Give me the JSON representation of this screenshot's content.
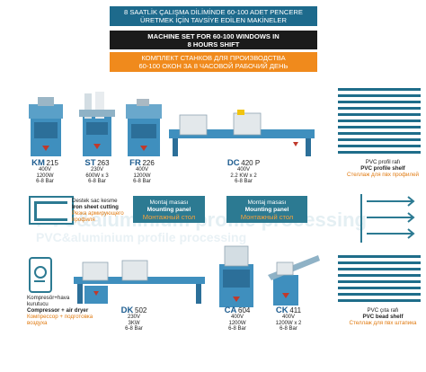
{
  "header": {
    "tr_line1": "8 SAATLİK ÇALIŞMA DİLİMİNDE 60-100 ADET PENCERE",
    "tr_line2": "ÜRETMEK İÇİN TAVSİYE EDİLEN MAKİNELER",
    "en_line1": "MACHINE SET FOR 60-100 WINDOWS IN",
    "en_line2": "8 HOURS SHIFT",
    "ru_line1": "КОМПЛЕКТ СТАНКОВ ДЛЯ ПРОИЗВОДСТВА",
    "ru_line2": "60-100 ОКОН ЗА 8 ЧАСОВОЙ РАБОЧИЙ ДЕНЬ"
  },
  "colors": {
    "teal": "#1d6a8c",
    "black": "#1a1a1a",
    "orange": "#f08a1c",
    "machine_blue": "#3f8fbe",
    "machine_red": "#c0392b"
  },
  "machines_top": [
    {
      "code": "KM",
      "num": "215",
      "v": "400V",
      "w": "1200W",
      "bar": "6-8 Bar"
    },
    {
      "code": "ST",
      "num": "263",
      "v": "230V",
      "w": "600W x 3",
      "bar": "6-8 Bar"
    },
    {
      "code": "FR",
      "num": "226",
      "v": "400V",
      "w": "1200W",
      "bar": "6-8 Bar"
    },
    {
      "code": "DC",
      "num": "420 P",
      "v": "400V",
      "w": "2.2 KW x 2",
      "bar": "6-8 Bar"
    }
  ],
  "pvc_profile_shelf": {
    "tr": "PVC profil rafı",
    "en": "PVC profile shelf",
    "ru": "Стеллаж для пвх профилей"
  },
  "iron_sheet": {
    "tr": "Destek sac kesme",
    "en": "Iron sheet cutting",
    "ru": "Резка армирующего профиля"
  },
  "table1": {
    "tr": "Montaj masası",
    "en": "Mounting panel",
    "ru": "Монтажный стол"
  },
  "table2": {
    "tr": "Montaj masası",
    "en": "Mounting panel",
    "ru": "Монтажный стол"
  },
  "compressor": {
    "tr1": "Kompresör+hava",
    "tr2": "kurutucu",
    "en": "Compressor + air dryer",
    "ru1": "Компрессор + подготовка",
    "ru2": "воздуха"
  },
  "machines_bottom": [
    {
      "code": "DK",
      "num": "502",
      "v": "230V",
      "w": "3KW",
      "bar": "6-8 Bar"
    },
    {
      "code": "CA",
      "num": "604",
      "v": "400V",
      "w": "1200W",
      "bar": "6-8 Bar"
    },
    {
      "code": "CK",
      "num": "411",
      "v": "400V",
      "w": "1200W x 2",
      "bar": "6-8 Bar"
    }
  ],
  "pvc_bead_shelf": {
    "tr": "PVC çıta rafı",
    "en": "PVC bead shelf",
    "ru": "Стеллаж для пвх штапика"
  },
  "watermark": {
    "line1": "PVC&aluminium profile processing",
    "line2": "PVC&aluminium profile processing"
  }
}
